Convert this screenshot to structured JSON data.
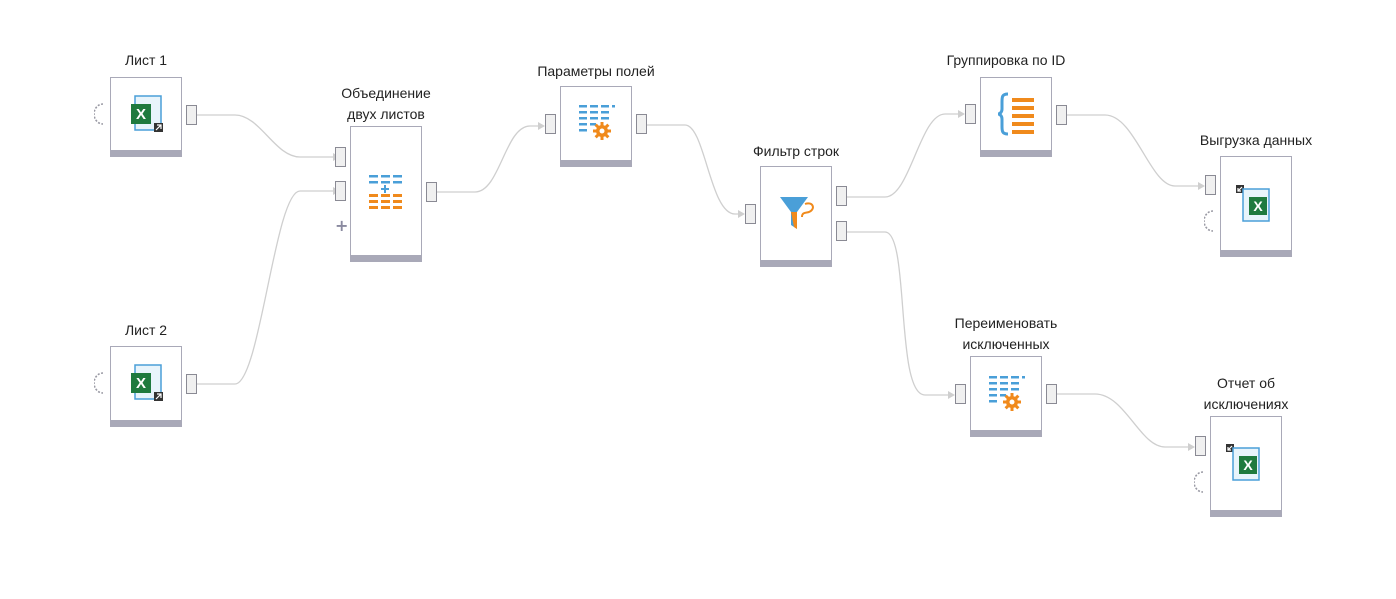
{
  "nodes": {
    "sheet1": {
      "label": "Лист 1",
      "icon": "excel-import-icon"
    },
    "sheet2": {
      "label": "Лист 2",
      "icon": "excel-import-icon"
    },
    "union": {
      "label_line1": "Объединение",
      "label_line2": "двух листов",
      "icon": "table-union-icon"
    },
    "fields": {
      "label": "Параметры полей",
      "icon": "table-settings-icon"
    },
    "filter": {
      "label": "Фильтр строк",
      "icon": "funnel-icon"
    },
    "group": {
      "label": "Группировка по ID",
      "icon": "curly-braces-list-icon"
    },
    "export": {
      "label": "Выгрузка данных",
      "icon": "excel-export-icon"
    },
    "rename": {
      "label_line1": "Переименовать",
      "label_line2": "исключенных",
      "icon": "table-settings-icon"
    },
    "report": {
      "label_line1": "Отчет об",
      "label_line2": "исключениях",
      "icon": "excel-export-icon"
    }
  },
  "colors": {
    "node_border": "#a9a9b8",
    "port_border": "#8a8a94",
    "wire": "#cfcfcf",
    "excel_green": "#1f7a3e",
    "icon_blue": "#4a9fd8",
    "icon_orange": "#f08a1c"
  }
}
